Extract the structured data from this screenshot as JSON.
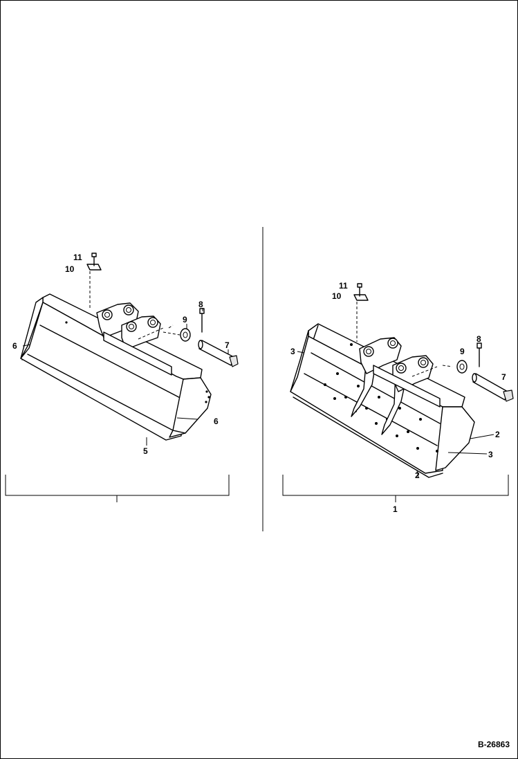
{
  "document_id": "B-26863",
  "assemblies": [
    {
      "id": "left-bucket",
      "assembly_number": "",
      "callouts": [
        "11",
        "10",
        "8",
        "9",
        "7",
        "6",
        "6",
        "5"
      ]
    },
    {
      "id": "right-bucket",
      "assembly_number": "1",
      "callouts": [
        "11",
        "10",
        "8",
        "9",
        "7",
        "3",
        "2",
        "3",
        "2"
      ]
    }
  ]
}
